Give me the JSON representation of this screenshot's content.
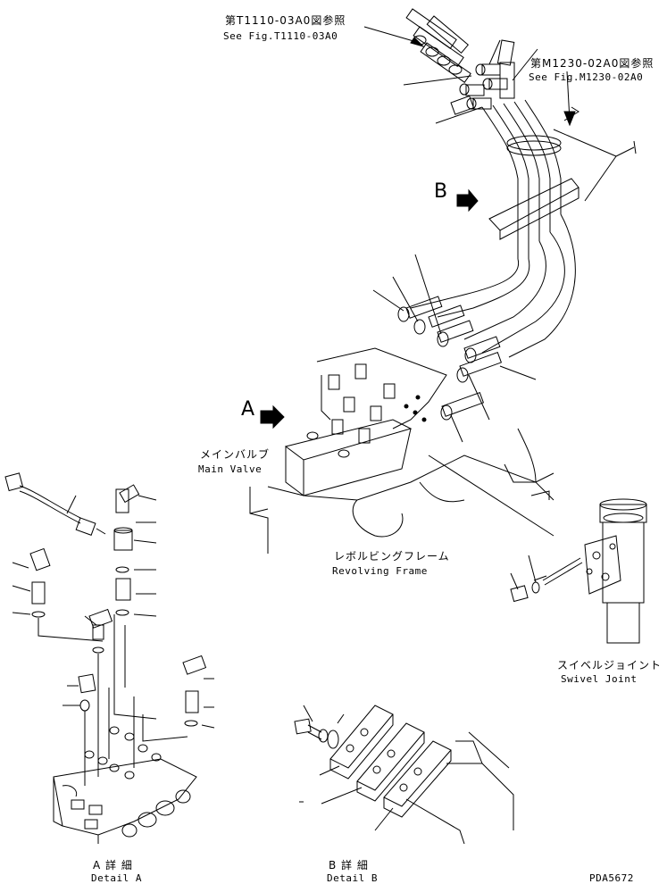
{
  "callouts": {
    "ref_t1110_jp": "第T1110-03A0図参照",
    "ref_t1110_en": "See Fig.T1110-03A0",
    "ref_m1230_jp": "第M1230-02A0図参照",
    "ref_m1230_en": "See Fig.M1230-02A0"
  },
  "view_arrows": {
    "a": "A",
    "b": "B"
  },
  "components": {
    "main_valve_jp": "メインバルブ",
    "main_valve_en": "Main Valve",
    "revolving_frame_jp": "レボルビングフレーム",
    "revolving_frame_en": "Revolving Frame",
    "swivel_joint_jp": "スイベルジョイント",
    "swivel_joint_en": "Swivel Joint"
  },
  "details": {
    "a_jp": "A 詳 細",
    "a_en": "Detail A",
    "b_jp": "B 詳 細",
    "b_en": "Detail B"
  },
  "drawing_id": "PDA5672"
}
